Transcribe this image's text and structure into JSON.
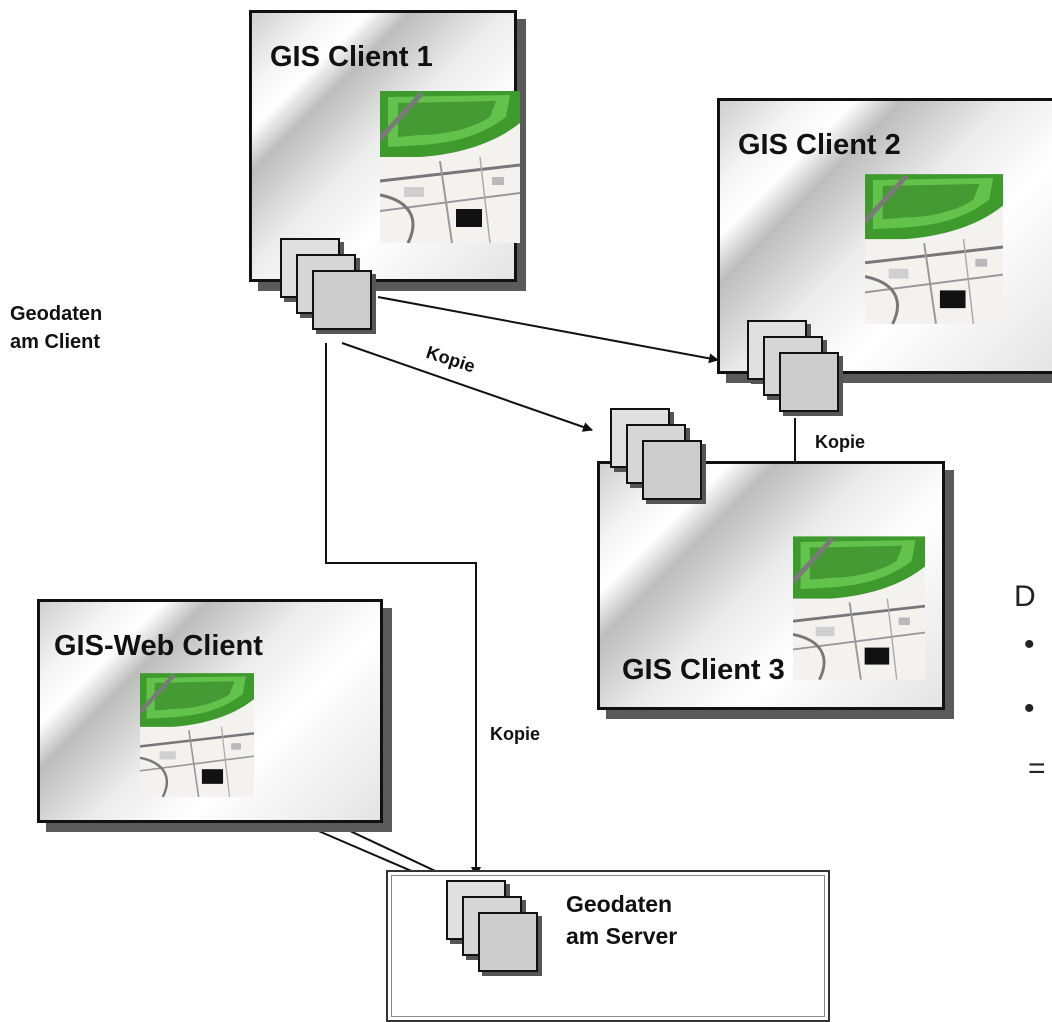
{
  "clients": {
    "client1": "GIS Client 1",
    "client2": "GIS Client 2",
    "client3": "GIS Client 3",
    "web": "GIS-Web Client"
  },
  "geodata_client": [
    "Geodaten",
    "am Client"
  ],
  "geodata_server": [
    "Geodaten",
    "am Server"
  ],
  "copy_labels": {
    "c1_to_c3": "Kopie",
    "c2_to_c3": "Kopie",
    "c1_to_server": "Kopie"
  },
  "clipped_text": {
    "heading": "D",
    "bullet1": "•",
    "bullet2": "•",
    "implies": "="
  }
}
